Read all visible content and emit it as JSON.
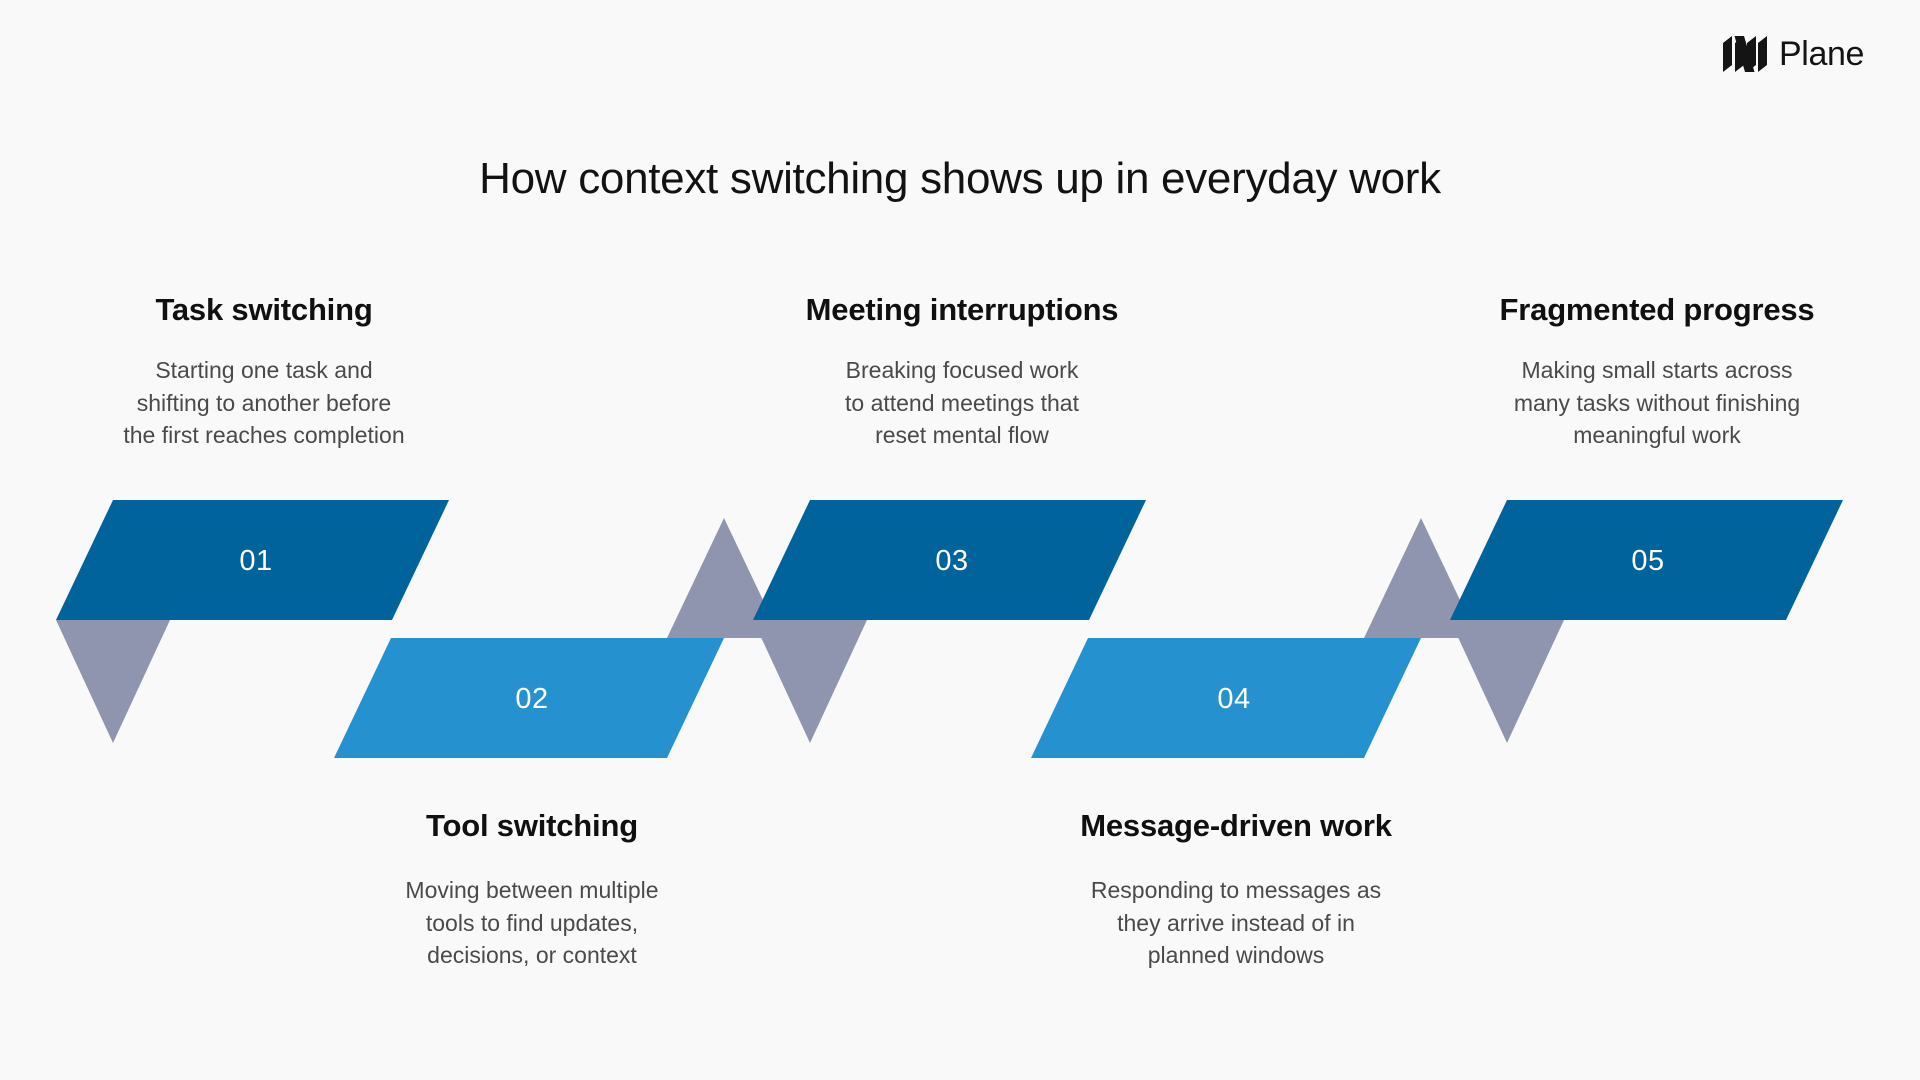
{
  "brand": {
    "name": "Plane",
    "mark_icon": "plane-logo-mark"
  },
  "header": {
    "title": "How context switching shows up in everyday work"
  },
  "colors": {
    "background": "#f9f9f9",
    "dark_blue": "#00639b",
    "light_blue": "#2691cf",
    "gray_accent": "#8f95ae",
    "title_text": "#101010",
    "body_text": "#4a4a4a",
    "number_text": "#ffffff"
  },
  "chart_data": {
    "type": "diagram",
    "subtype": "zigzag-chevron-process",
    "title": "How context switching shows up in everyday work",
    "step_count": 5,
    "categories": [
      "Task switching",
      "Tool switching",
      "Meeting interruptions",
      "Message-driven work",
      "Fragmented progress"
    ],
    "steps": [
      {
        "number": "01",
        "title": "Task switching",
        "description": "Starting one task and\nshifting to another before\nthe first reaches completion",
        "row": "top",
        "fill": "#00639b",
        "label_position": "above"
      },
      {
        "number": "02",
        "title": "Tool switching",
        "description": "Moving between multiple\ntools to find updates,\ndecisions, or context",
        "row": "bottom",
        "fill": "#2691cf",
        "label_position": "below"
      },
      {
        "number": "03",
        "title": "Meeting interruptions",
        "description": "Breaking focused work\nto attend meetings that\nreset mental flow",
        "row": "top",
        "fill": "#00639b",
        "label_position": "above"
      },
      {
        "number": "04",
        "title": "Message-driven work",
        "description": "Responding to messages as\nthey arrive instead of in\nplanned windows",
        "row": "bottom",
        "fill": "#2691cf",
        "label_position": "below"
      },
      {
        "number": "05",
        "title": "Fragmented progress",
        "description": "Making small starts across\nmany tasks without finishing\nmeaningful work",
        "row": "top",
        "fill": "#00639b",
        "label_position": "above"
      }
    ]
  }
}
